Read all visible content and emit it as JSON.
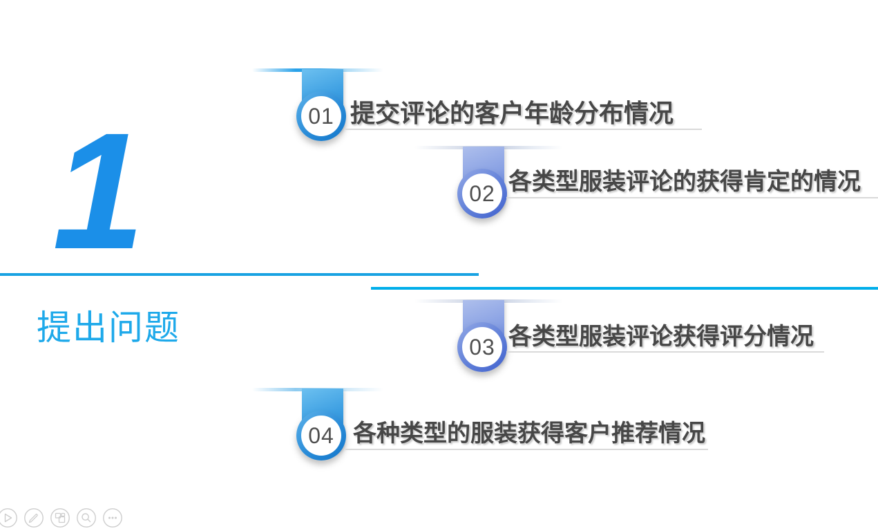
{
  "slide": {
    "section_number": "1",
    "section_title": "提出问题"
  },
  "items": [
    {
      "number": "01",
      "title": "提交评论的客户年龄分布情况",
      "theme": "azure"
    },
    {
      "number": "02",
      "title": "各类型服装评论的获得肯定的情况",
      "theme": "cornflower"
    },
    {
      "number": "03",
      "title": "各类型服装评论获得评分情况",
      "theme": "cornflower"
    },
    {
      "number": "04",
      "title": "各种类型的服装获得客户推荐情况",
      "theme": "azure"
    }
  ],
  "colors": {
    "azure_ribbon_light": "#6cc0f0",
    "azure_ribbon_dark": "#1478cc",
    "cornflower_ribbon_light": "#aebfec",
    "cornflower_ribbon_dark": "#4a6cd4",
    "divider_left_blue": "#18a2e2",
    "divider_right_cyan": "#00aeea",
    "section_number_blue": "#1b8fe8",
    "section_title_cyan": "#1ea9ea",
    "item_title_gray": "#474747",
    "underline_gray": "#d9d9d9",
    "toolbar_icon_gray": "#cdcdcd"
  },
  "toolbar": {
    "icons": [
      "slideshow-play-icon",
      "annotate-pen-icon",
      "slide-panels-icon",
      "zoom-icon",
      "more-options-icon"
    ]
  }
}
